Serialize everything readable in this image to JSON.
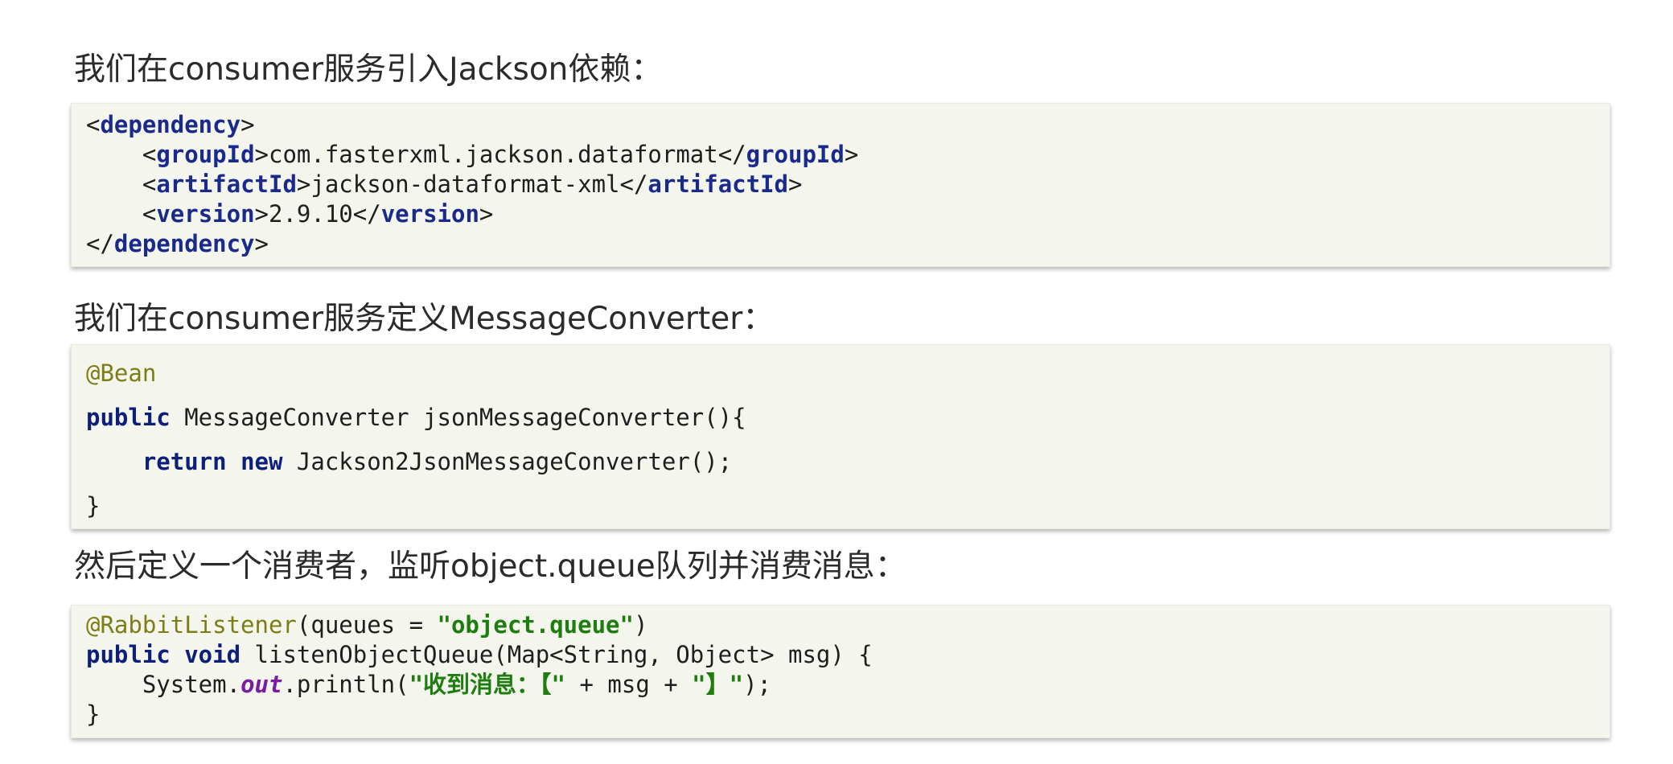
{
  "section1": {
    "text": "我们在consumer服务引入Jackson依赖：",
    "code": {
      "dependency_tag": "dependency",
      "group_id_tag": "groupId",
      "group_id_value": "com.fasterxml.jackson.dataformat",
      "artifact_id_tag": "artifactId",
      "artifact_id_value": "jackson-dataformat-xml",
      "version_tag": "version",
      "version_value": "2.9.10"
    }
  },
  "section2": {
    "text": "我们在consumer服务定义MessageConverter：",
    "code": {
      "annotation": "@Bean",
      "kw_public": "public",
      "signature": " MessageConverter jsonMessageConverter(){",
      "kw_return": "return",
      "kw_new": "new",
      "ctor_call": " Jackson2JsonMessageConverter();",
      "close": "}"
    }
  },
  "section3": {
    "text": "然后定义一个消费者，监听object.queue队列并消费消息：",
    "code": {
      "annotation": "@RabbitListener",
      "ann_args_open": "(queues = ",
      "queue_name": "\"object.queue\"",
      "ann_args_close": ")",
      "kw_public_void": "public void",
      "method_sig": " listenObjectQueue(Map<String, Object> msg) {",
      "system_prefix": "System.",
      "out_field": "out",
      "println_open": ".println(",
      "msg_literal_1": "\"收到消息：【\"",
      "concat_msg": " + msg + ",
      "msg_literal_2": "\"】\"",
      "println_close": ");",
      "close": "}"
    }
  }
}
